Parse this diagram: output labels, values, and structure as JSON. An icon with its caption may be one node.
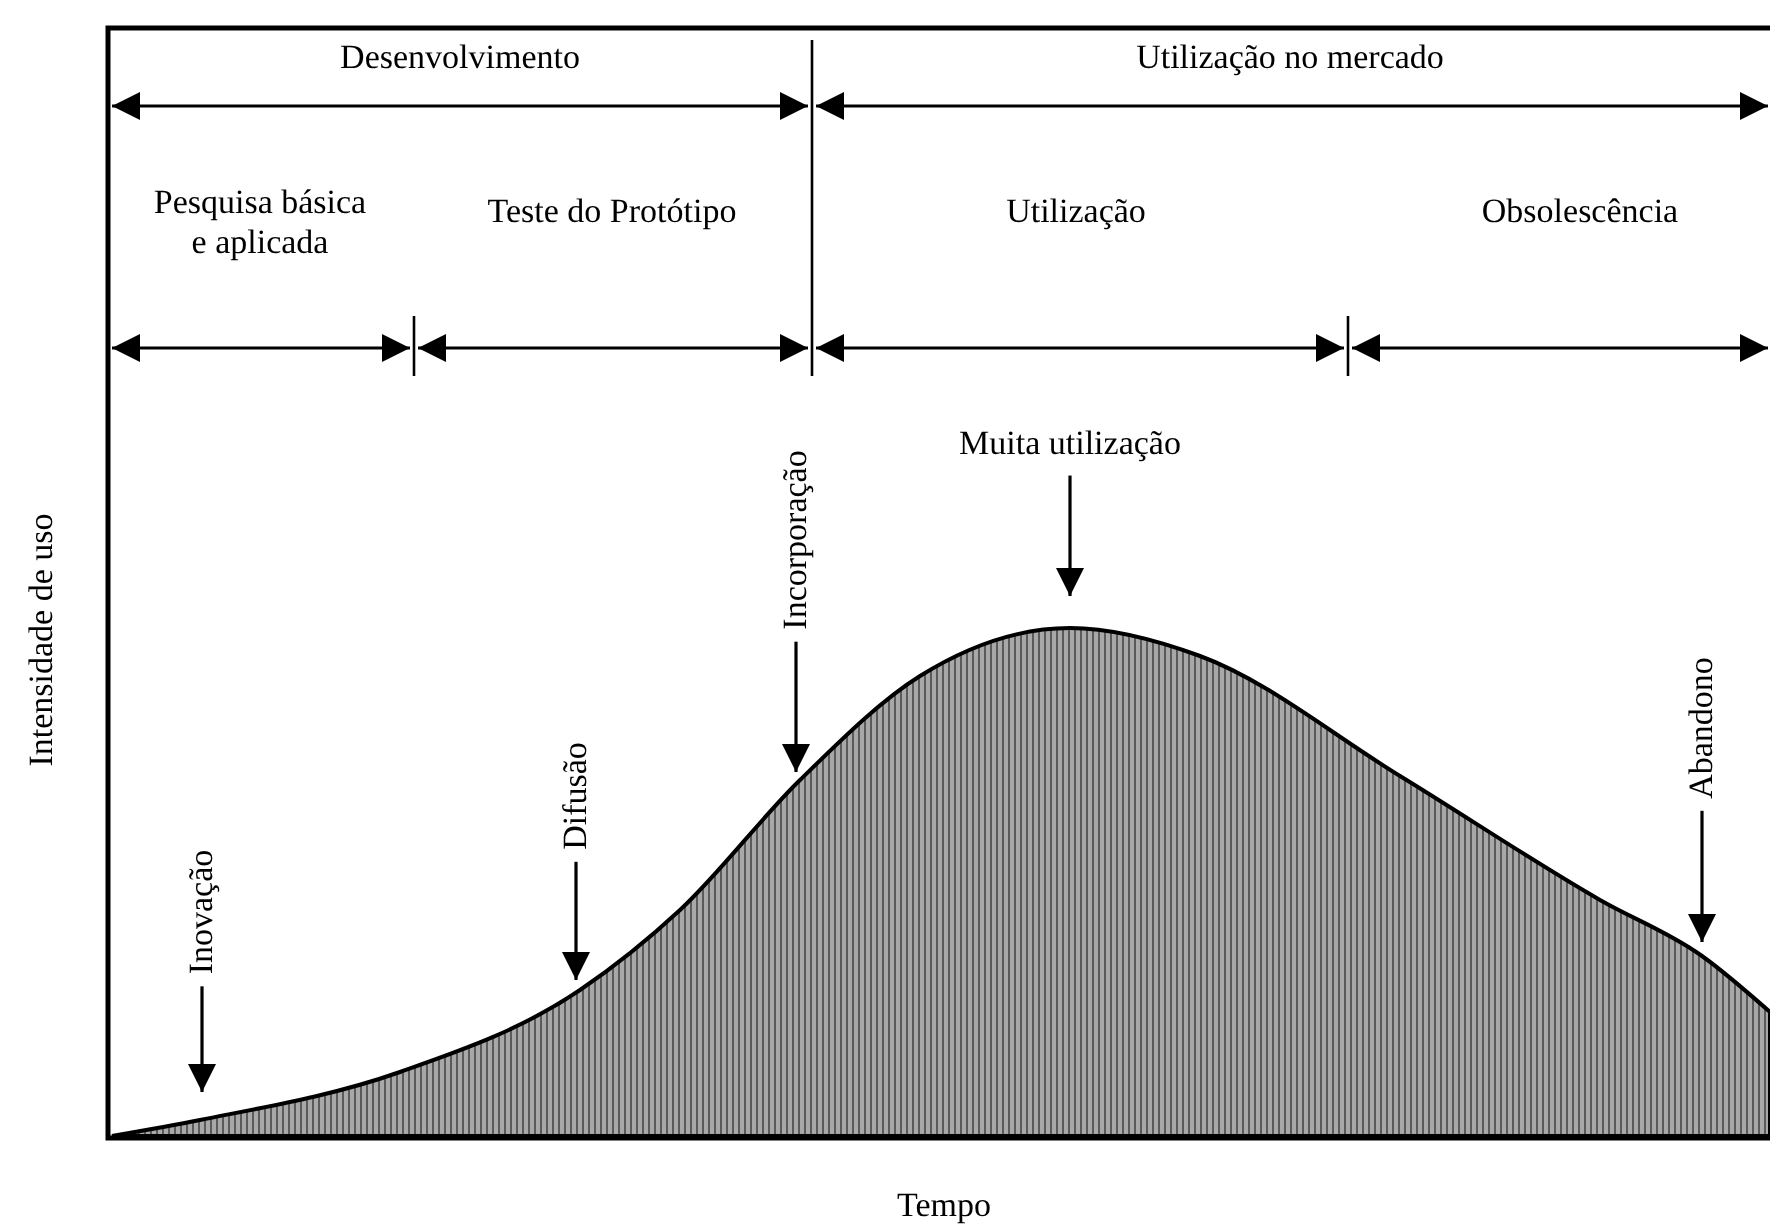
{
  "diagram": {
    "nodes": [
      {
        "text": [
          "Inovação"
        ]
      },
      {
        "text": [
          "Difusão"
        ]
      },
      {
        "text": [
          "Incorporação"
        ]
      },
      {
        "text": [
          "Muita utilização"
        ]
      },
      {
        "text": [
          "Abandono"
        ]
      }
    ],
    "edges": [
      {
        "from": 0,
        "to": null,
        "arrow": "to"
      },
      {
        "from": 1,
        "to": null,
        "arrow": "to"
      },
      {
        "from": 2,
        "to": null,
        "arrow": "to"
      },
      {
        "from": 3,
        "to": null,
        "arrow": "to"
      },
      {
        "from": 4,
        "to": null,
        "arrow": "to"
      }
    ],
    "labels": [
      "Desenvolvimento",
      "Utilização no mercado",
      "Pesquisa básica e aplicada",
      "Teste do Protótipo",
      "Utilização",
      "Obsolescência",
      "Intensidade de uso",
      "Tempo"
    ]
  }
}
